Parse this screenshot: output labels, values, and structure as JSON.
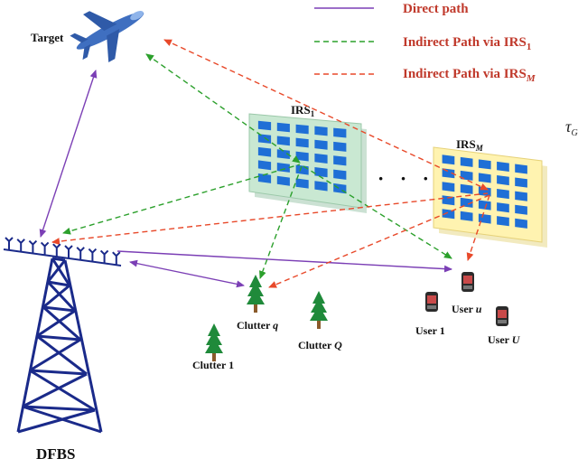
{
  "legend": {
    "direct": {
      "label": "Direct path",
      "color": "#7b3fb5"
    },
    "irs1": {
      "label_main": "Indirect Path via IRS",
      "label_sub": "1",
      "color": "#2ca02c"
    },
    "irsm": {
      "label_main": "Indirect Path via IRS",
      "label_sub": "M",
      "color": "#e8492a"
    }
  },
  "nodes": {
    "target": "Target",
    "irs1": {
      "main": "IRS",
      "sub": "1"
    },
    "irsm": {
      "main": "IRS",
      "sub": "M"
    },
    "dots": "· · ·",
    "tau": "τ",
    "tau_sub": "G",
    "dfbs": "DFBS",
    "clutter_1": "Clutter 1",
    "clutter_q": {
      "main": "Clutter ",
      "em": "q"
    },
    "clutter_Q": {
      "main": "Clutter ",
      "em": "Q"
    },
    "user_1": "User 1",
    "user_u": {
      "main": "User ",
      "em": "u"
    },
    "user_U": {
      "main": "User ",
      "em": "U"
    }
  },
  "colors": {
    "irs_panel": "#c9e8d2",
    "irs_panel_m": "#fff3b0",
    "irs_element": "#1f6fd6",
    "tower": "#1a2a8a",
    "tree": "#1f8a3a",
    "plane": "#3f6fc0"
  }
}
